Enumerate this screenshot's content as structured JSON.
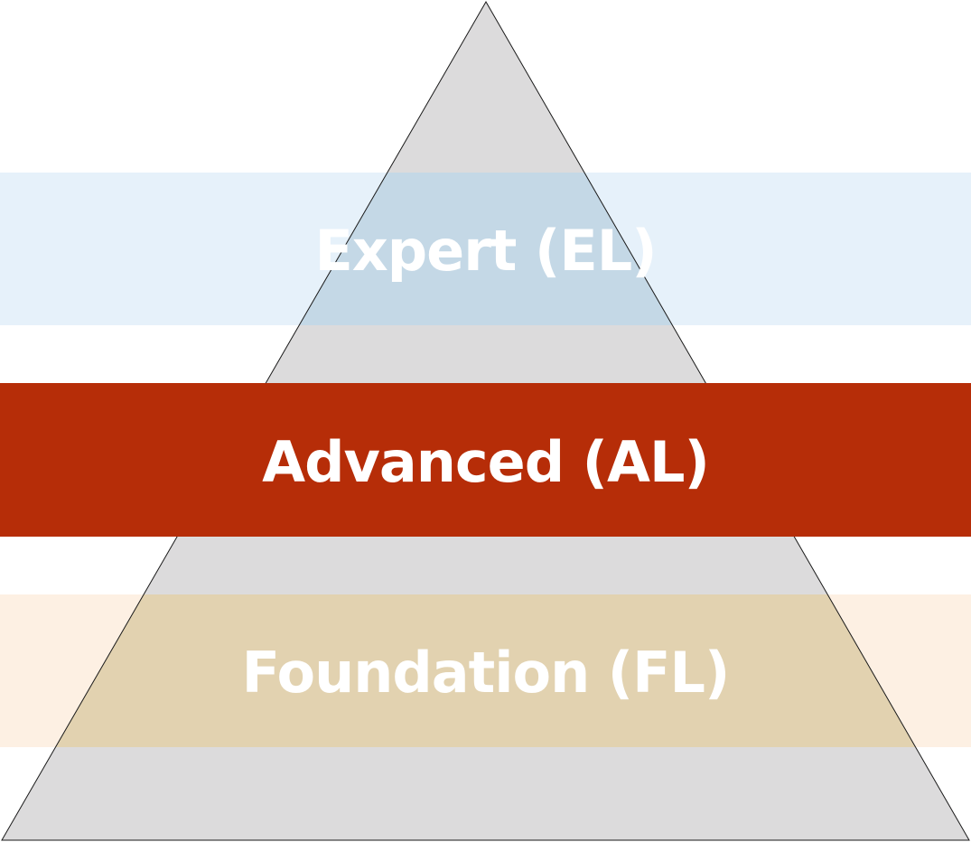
{
  "colors": {
    "pyramid_fill": "#dcdbdc",
    "pyramid_stroke": "#1a1a1a",
    "expert_band": "#c4d8e6",
    "expert_band_outside": "#e6f1fa",
    "advanced_band": "#b62d08",
    "foundation_band": "#e2d2b0",
    "foundation_band_outside": "#fdf0e3",
    "label_text": "#ffffff"
  },
  "levels": [
    {
      "id": "expert",
      "label": "Expert (EL)"
    },
    {
      "id": "advanced",
      "label": "Advanced (AL)"
    },
    {
      "id": "foundation",
      "label": "Foundation (FL)"
    }
  ]
}
